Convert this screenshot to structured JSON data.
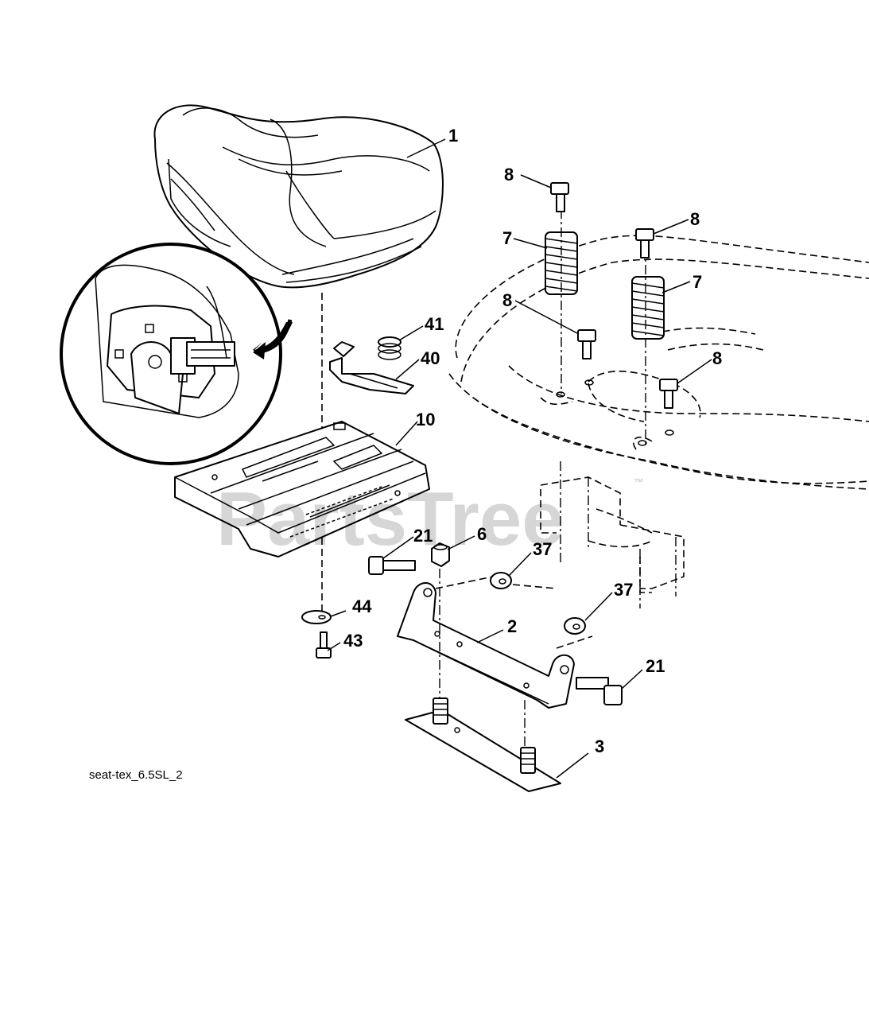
{
  "callouts": {
    "seat": "1",
    "seat_bracket": "2",
    "base_plate": "3",
    "lock_nut": "6",
    "spring_left": "7",
    "spring_right": "7",
    "bolt_left_top": "8",
    "bolt_right_top": "8",
    "bolt_left_bottom": "8",
    "bolt_right_bottom": "8",
    "seat_pan": "10",
    "bolt_left": "21",
    "bolt_right": "21",
    "washer_upper": "37",
    "washer_lower": "37",
    "clip": "40",
    "small_spring": "41",
    "screw": "43",
    "washer_44": "44"
  },
  "caption": "seat-tex_6.5SL_2",
  "watermark": {
    "text": "PartsTree",
    "mark": "™"
  }
}
